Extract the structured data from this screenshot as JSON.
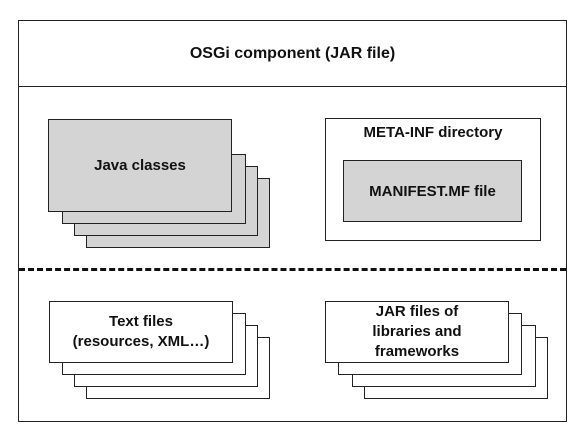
{
  "title": "OSGi component (JAR file)",
  "java_stack": {
    "label": "Java classes",
    "fill": "#d4d4d4"
  },
  "meta_inf": {
    "header": "META-INF directory",
    "manifest": "MANIFEST.MF file",
    "manifest_fill": "#d4d4d4"
  },
  "text_stack": {
    "label": "Text files\n(resources, XML…)"
  },
  "jar_stack": {
    "label": "JAR files of\nlibraries and\nframeworks"
  }
}
